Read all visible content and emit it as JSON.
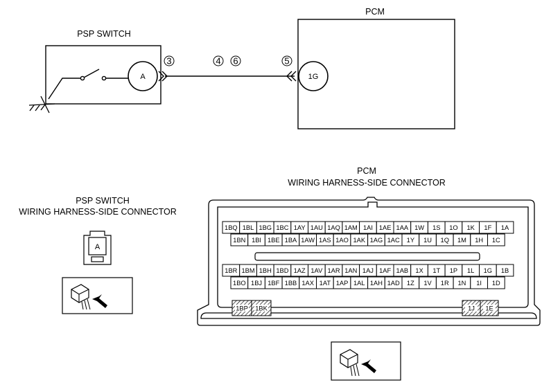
{
  "schematic": {
    "pcm_title": "PCM",
    "psp_title": "PSP SWITCH",
    "psp_terminal": "A",
    "pcm_terminal": "1G",
    "callout_left": "3",
    "callout_mid_1": "4",
    "callout_mid_2": "6",
    "callout_right": "5"
  },
  "psp_connector": {
    "title_line1": "PSP SWITCH",
    "title_line2": "WIRING HARNESS-SIDE CONNECTOR",
    "terminal": "A"
  },
  "pcm_connector": {
    "title_line1": "PCM",
    "title_line2": "WIRING HARNESS-SIDE CONNECTOR",
    "block1_row1": [
      "1BQ",
      "1BL",
      "1BG",
      "1BC",
      "1AY",
      "1AU",
      "1AQ",
      "1AM",
      "1AI",
      "1AE",
      "1AA",
      "1W",
      "1S",
      "1O",
      "1K",
      "1F",
      "1A"
    ],
    "block1_row2": [
      "1BN",
      "1BI",
      "1BE",
      "1BA",
      "1AW",
      "1AS",
      "1AO",
      "1AK",
      "1AG",
      "1AC",
      "1Y",
      "1U",
      "1Q",
      "1M",
      "1H",
      "1C"
    ],
    "block2_row1": [
      "1BR",
      "1BM",
      "1BH",
      "1BD",
      "1AZ",
      "1AV",
      "1AR",
      "1AN",
      "1AJ",
      "1AF",
      "1AB",
      "1X",
      "1T",
      "1P",
      "1L",
      "1G",
      "1B"
    ],
    "block2_row2": [
      "1BO",
      "1BJ",
      "1BF",
      "1BB",
      "1AX",
      "1AT",
      "1AP",
      "1AL",
      "1AH",
      "1AD",
      "1Z",
      "1V",
      "1R",
      "1N",
      "1I",
      "1D"
    ],
    "left_pins": [
      "1BP",
      "1BK"
    ],
    "right_pins": [
      "1J",
      "1E"
    ]
  }
}
